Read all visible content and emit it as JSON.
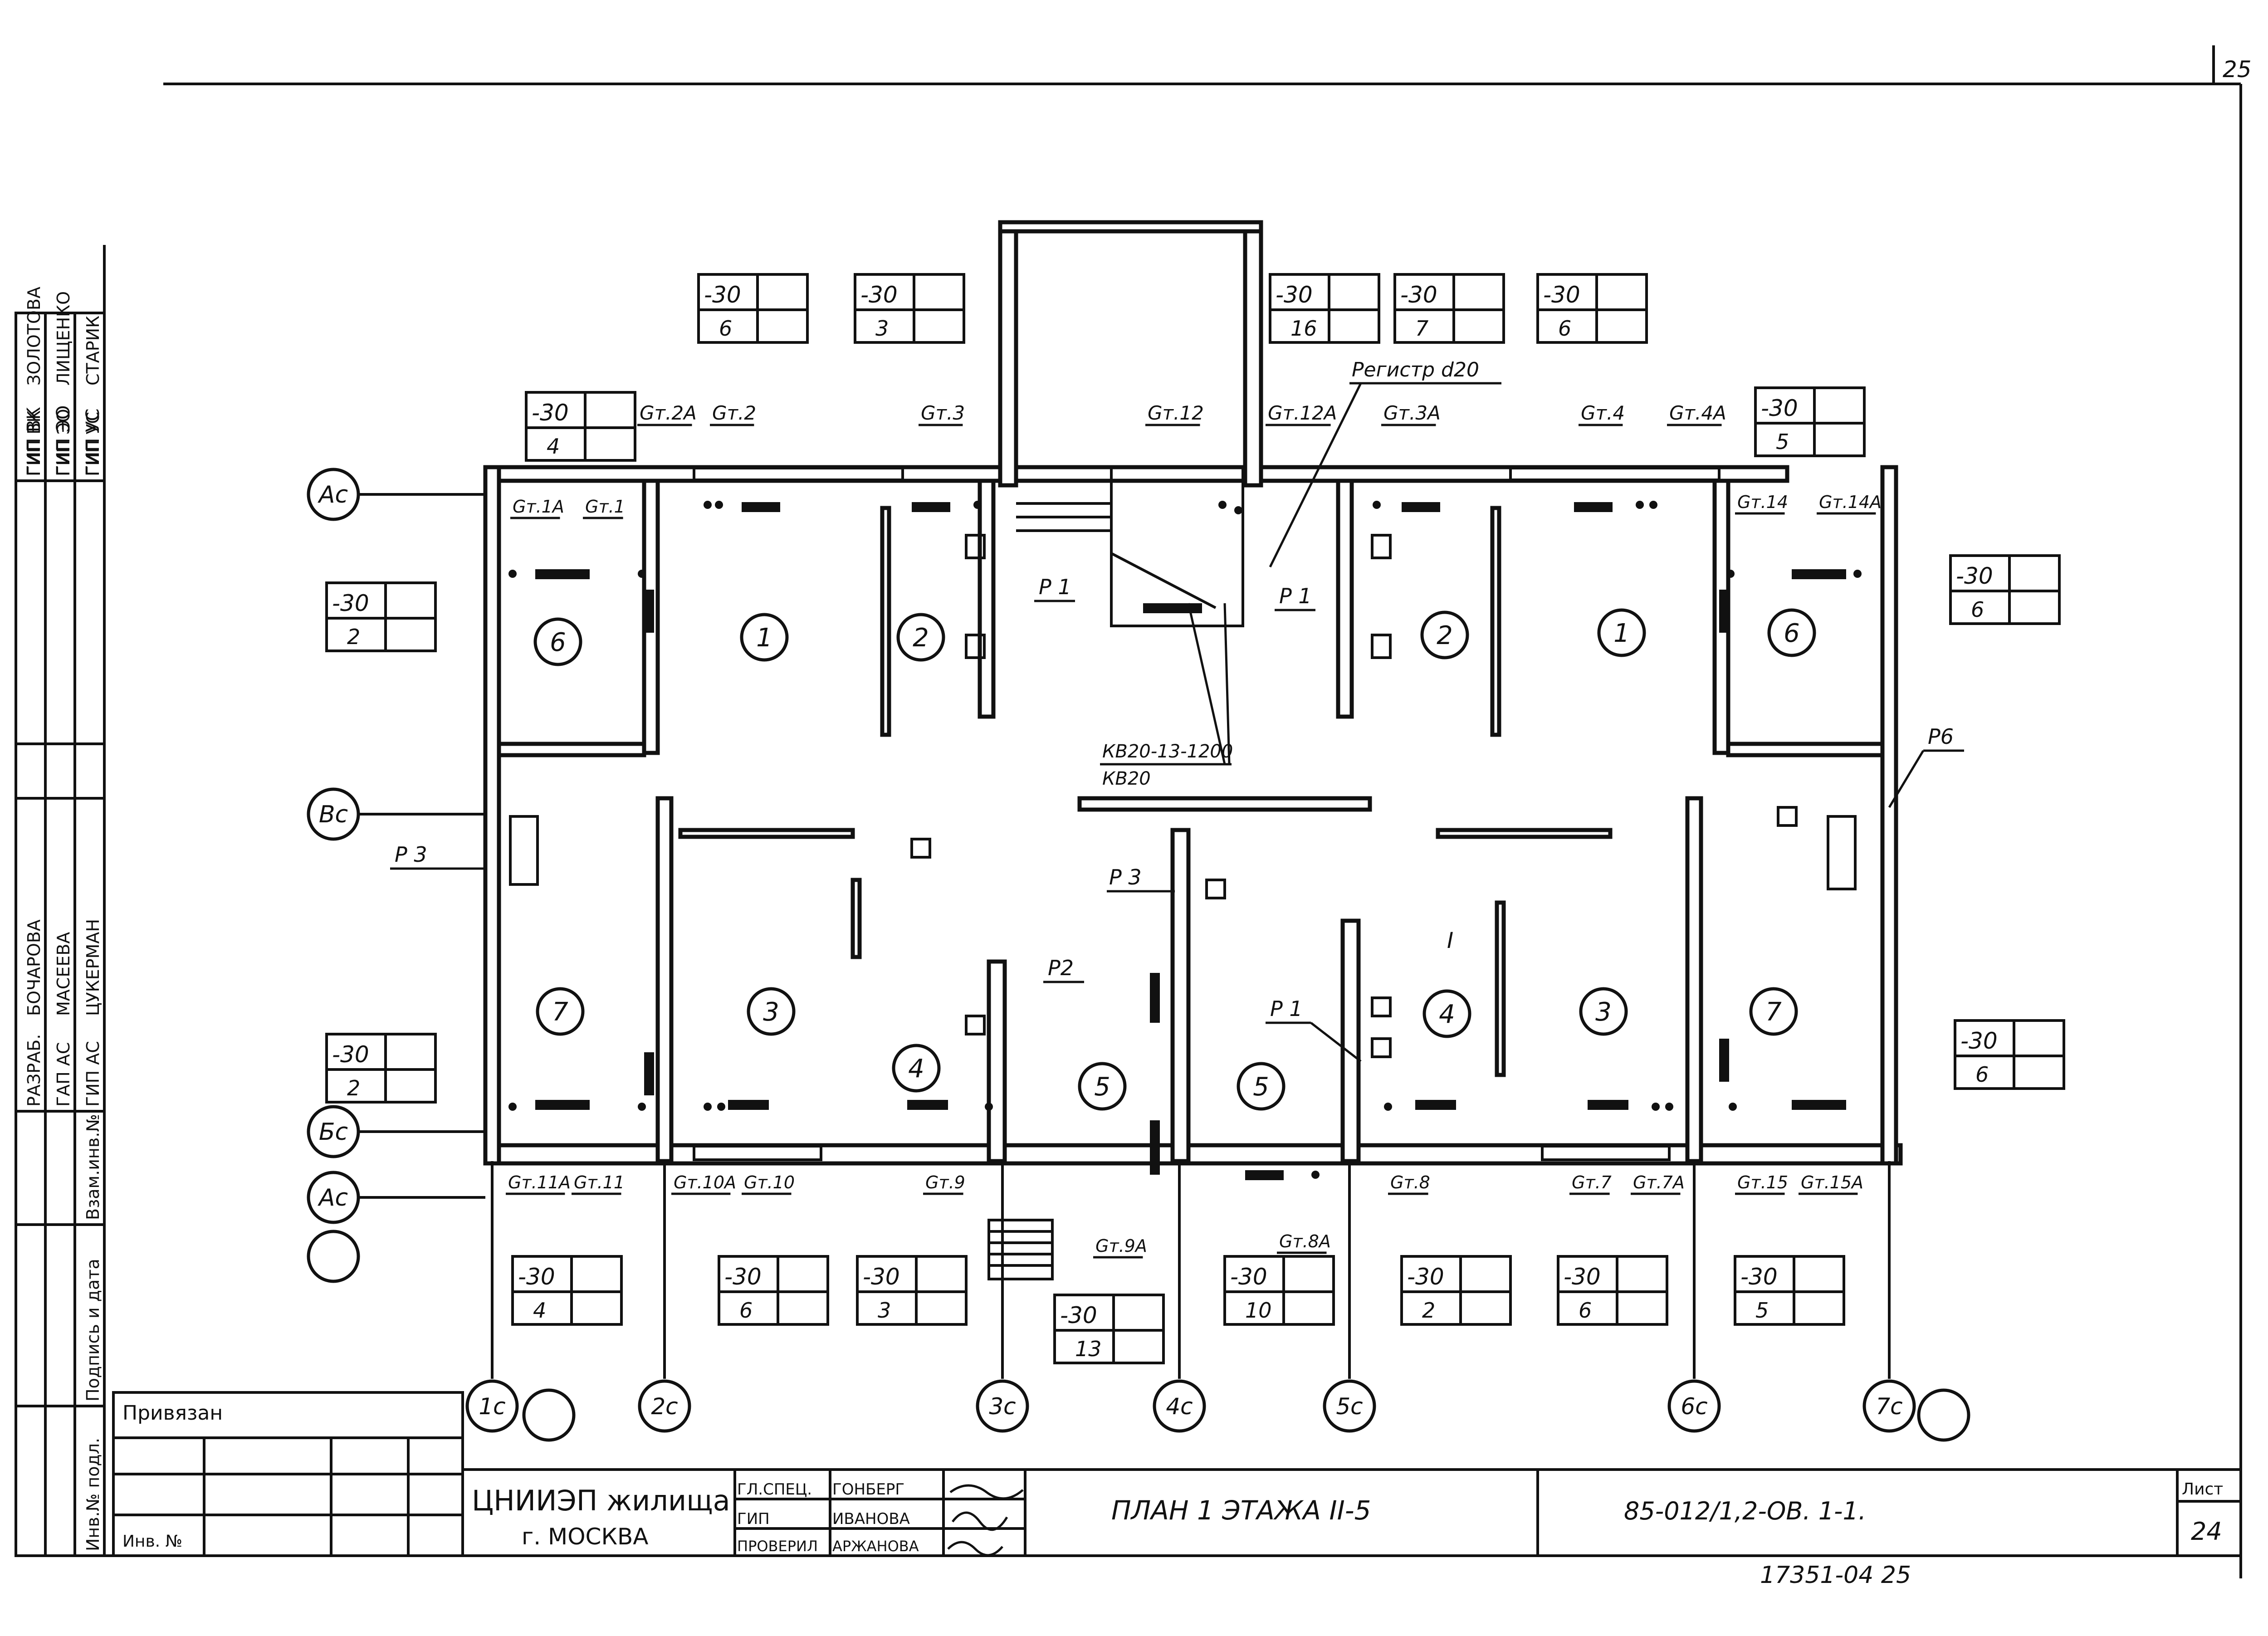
{
  "page_number": "25",
  "sheet_number_label": "Лист",
  "sheet_number": "24",
  "title_block": {
    "org_line1": "ЦНИИЭП жилища",
    "org_line2": "г. МОСКВА",
    "roles": [
      {
        "role": "ГЛ.СПЕЦ.",
        "name": "ГОНБЕРГ"
      },
      {
        "role": "ГИП",
        "name": "ИВАНОВА"
      },
      {
        "role": "ПРОВЕРИЛ",
        "name": "АРЖАНОВА"
      }
    ],
    "sheet_title": "ПЛАН 1 ЭТАЖА  II-5",
    "code": "85-012/1,2-ОВ. 1-1.",
    "bound_label": "Привязан",
    "inv_label": "Инв. №",
    "bottom_note": "17351-04   25"
  },
  "side_stamp": {
    "headers": [
      "Инв.№ подл.",
      "Подпись и дата",
      "Взам.инв.№"
    ],
    "rows": [
      {
        "role": "ГИП ВК",
        "name": "ЗОЛОТОВА"
      },
      {
        "role": "ГИП ЭО",
        "name": "ЛИЩЕНКО"
      },
      {
        "role": "ГИП УС",
        "name": "СТАРИК"
      },
      {
        "role": "РАЗРАБ.",
        "name": "БОЧАРОВА"
      },
      {
        "role": "ГАП АС",
        "name": "МАСЕЕВА"
      },
      {
        "role": "ГИП АС",
        "name": "ЦУКЕРМАН"
      }
    ]
  },
  "axes": {
    "horizontal": [
      "Ас",
      "Вс",
      "Бс",
      "Ас"
    ],
    "vertical": [
      "1с",
      "2с",
      "3с",
      "4с",
      "5с",
      "6с",
      "7с"
    ]
  },
  "rooms": [
    "6",
    "1",
    "2",
    "2",
    "1",
    "6",
    "7",
    "3",
    "4",
    "5",
    "5",
    "4",
    "3",
    "7"
  ],
  "temp_boxes": [
    {
      "t": "-30",
      "n": "6"
    },
    {
      "t": "-30",
      "n": "3"
    },
    {
      "t": "-30",
      "n": "16"
    },
    {
      "t": "-30",
      "n": "7"
    },
    {
      "t": "-30",
      "n": "6"
    },
    {
      "t": "-30",
      "n": "4"
    },
    {
      "t": "-30",
      "n": "5"
    },
    {
      "t": "-30",
      "n": "2"
    },
    {
      "t": "-30",
      "n": "6"
    },
    {
      "t": "-30",
      "n": "2"
    },
    {
      "t": "-30",
      "n": "6"
    },
    {
      "t": "-30",
      "n": "4"
    },
    {
      "t": "-30",
      "n": "6"
    },
    {
      "t": "-30",
      "n": "3"
    },
    {
      "t": "-30",
      "n": "13"
    },
    {
      "t": "-30",
      "n": "10"
    },
    {
      "t": "-30",
      "n": "2"
    },
    {
      "t": "-30",
      "n": "6"
    },
    {
      "t": "-30",
      "n": "5"
    }
  ],
  "risers_top": [
    "Gт.2А",
    "Gт.2",
    "Gт.3",
    "Gт.12",
    "Gт.12А",
    "Gт.3А",
    "Gт.4",
    "Gт.4А"
  ],
  "risers_inner": [
    "Gт.1А",
    "Gт.1",
    "Gт.14",
    "Gт.14А"
  ],
  "risers_bottom": [
    "Gт.11А",
    "Gт.11",
    "Gт.10А",
    "Gт.10",
    "Gт.9",
    "Gт.9А",
    "Gт.8А",
    "Gт.8",
    "Gт.7",
    "Gт.7А",
    "Gт.15",
    "Gт.15А"
  ],
  "notes": {
    "register": "Регистр d20",
    "kv1": "КВ20-13-1200",
    "kv2": "КВ20",
    "p1": "Р 1",
    "p1b": "Р 1",
    "p1c": "Р 1",
    "p2": "Р2",
    "p3a": "Р 3",
    "p3b": "Р 3",
    "p6": "Р6",
    "mark_i": "I"
  }
}
